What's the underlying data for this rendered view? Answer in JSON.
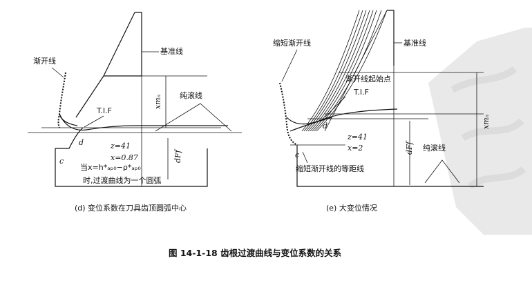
{
  "left": {
    "involute": "渐开线",
    "base_line": "基准线",
    "pure_rolling": "纯滚线",
    "tif": "T.I.F",
    "xmn": "xmₙ",
    "point_d": "d",
    "point_c": "c",
    "z": "z=41",
    "x": "x=0.87",
    "condition": "当x=h*ₐₚ₀−ρ*ₐₚ₀",
    "condition2": "时,过渡曲线为一个圆弧",
    "dff": "dFf",
    "caption": "(d) 变位系数在刀具齿顶圆弧中心"
  },
  "right": {
    "short_involute": "缩短渐开线",
    "base_line": "基准线",
    "involute_start": "渐开线起始点",
    "tif": "T.I.F",
    "xmn": "xmₙ",
    "point_d": "d",
    "point_c": "c",
    "z": "z=41",
    "x": "x=2",
    "dff": "dFf",
    "equidistant": "缩短渐开线的等距线",
    "pure_rolling": "纯滚线",
    "caption": "(e) 大变位情况"
  },
  "figure_title": "图 14-1-18   齿根过渡曲线与变位系数的关系"
}
